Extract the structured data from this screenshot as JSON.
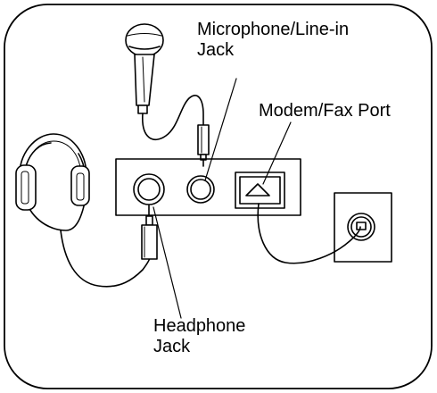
{
  "labels": {
    "microphone_jack": [
      "Microphone/Line-in",
      "Jack"
    ],
    "modem_fax_port": [
      "Modem/Fax Port"
    ],
    "headphone_jack": [
      "Headphone",
      "Jack"
    ]
  },
  "colors": {
    "stroke": "#000000",
    "background": "#ffffff"
  }
}
